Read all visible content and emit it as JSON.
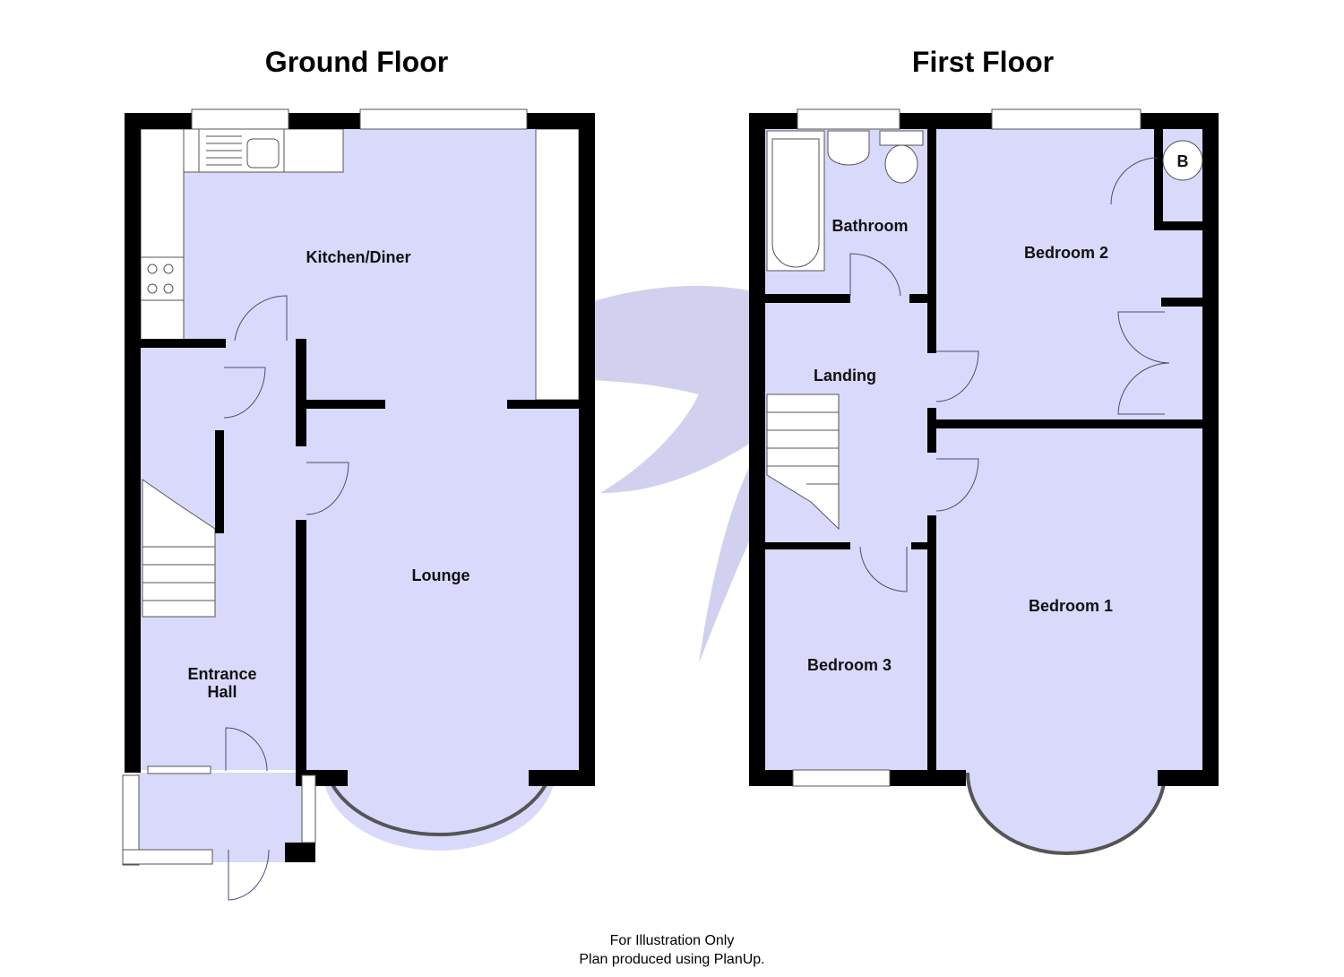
{
  "ground_floor": {
    "title": "Ground Floor",
    "rooms": {
      "kitchen": "Kitchen/Diner",
      "lounge": "Lounge",
      "hall_line1": "Entrance",
      "hall_line2": "Hall"
    }
  },
  "first_floor": {
    "title": "First Floor",
    "rooms": {
      "bathroom": "Bathroom",
      "bedroom2": "Bedroom 2",
      "landing": "Landing",
      "bedroom3": "Bedroom 3",
      "bedroom1": "Bedroom 1"
    },
    "boiler_label": "B"
  },
  "footer": {
    "line1": "For Illustration Only",
    "line2": "Plan produced using PlanUp."
  },
  "colors": {
    "room_fill": "#d9d9fb",
    "wall": "#000000"
  }
}
